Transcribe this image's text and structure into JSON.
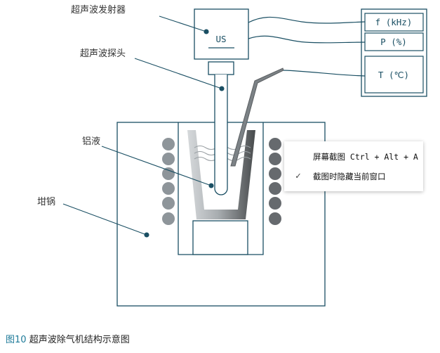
{
  "labels": {
    "generator": "超声波发射器",
    "probe": "超声波探头",
    "liquid": "铝液",
    "crucible": "坩锅"
  },
  "instruments": {
    "us": "US",
    "freq": "f (kHz)",
    "power": "P (%)",
    "temp": "T (℃)"
  },
  "context_menu": {
    "item1": "屏幕截图 Ctrl + Alt + A",
    "item2": "截图时隐藏当前窗口",
    "item2_checked": true
  },
  "caption": {
    "number": "图10",
    "text": "超声波除气机结构示意图"
  },
  "colors": {
    "line": "#1a4f63",
    "coil": "#8e959a",
    "coil_dark": "#666a6e",
    "accent": "#1d7a99"
  }
}
